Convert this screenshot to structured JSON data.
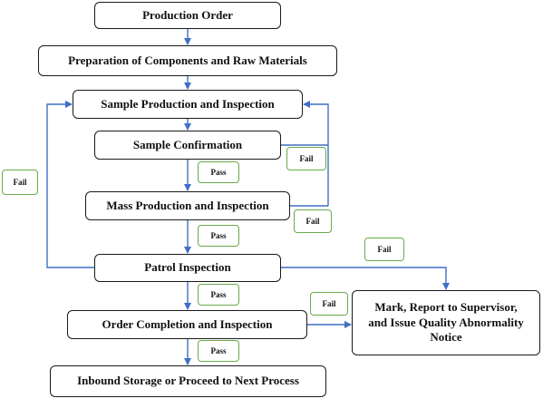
{
  "diagram": {
    "colors": {
      "arrow": "#3f6fc6",
      "loop_line": "#3f6fc6",
      "node_border": "#1a1a1a",
      "tag_border": "#6aaa4a"
    },
    "nodes": {
      "production_order": "Production Order",
      "preparation": "Preparation of Components and Raw Materials",
      "sample_production": "Sample Production and Inspection",
      "sample_confirmation": "Sample Confirmation",
      "mass_production": "Mass Production and Inspection",
      "patrol_inspection": "Patrol Inspection",
      "order_completion": "Order Completion and Inspection",
      "inbound_storage": "Inbound Storage or Proceed to Next Process",
      "mark_report": "Mark, Report to Supervisor, and Issue Quality Abnormality Notice"
    },
    "labels": {
      "pass": "Pass",
      "fail": "Fail"
    }
  }
}
